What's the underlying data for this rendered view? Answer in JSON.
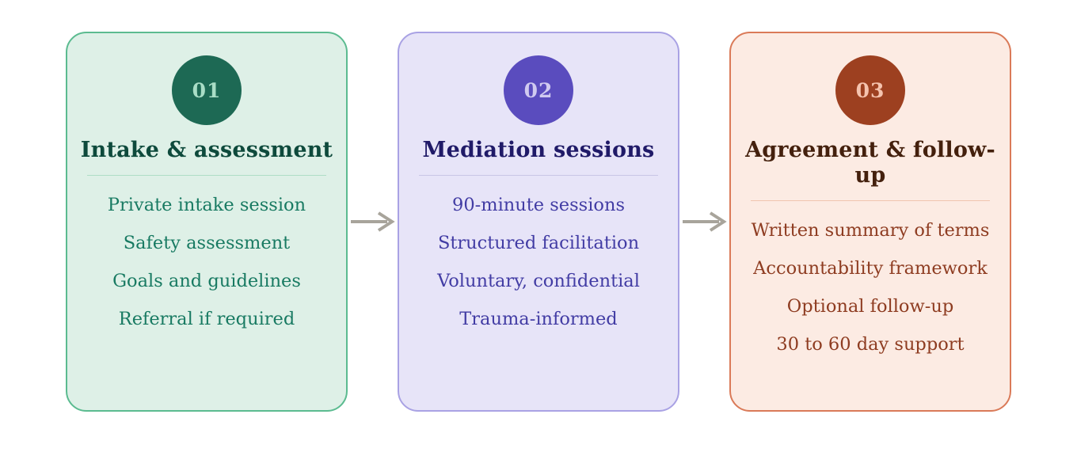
{
  "flow": {
    "arrow_color": "#a8a49b",
    "steps": [
      {
        "number": "01",
        "title": "Intake & assessment",
        "items": [
          "Private intake session",
          "Safety assessment",
          "Goals and guidelines",
          "Referral if required"
        ],
        "colors": {
          "bg": "#def0e7",
          "border": "#5bbb90",
          "circle": "#1d6954",
          "number": "#a9ddc6",
          "title": "#0e4a3c",
          "item": "#187a62",
          "divider": "#aeddc6"
        }
      },
      {
        "number": "02",
        "title": "Mediation sessions",
        "items": [
          "90-minute sessions",
          "Structured facilitation",
          "Voluntary, confidential",
          "Trauma-informed"
        ],
        "colors": {
          "bg": "#e7e4f8",
          "border": "#a9a2e4",
          "circle": "#5a4cbe",
          "number": "#d0caf0",
          "title": "#201a68",
          "item": "#423ca4",
          "divider": "#c8c5e6"
        }
      },
      {
        "number": "03",
        "title": "Agreement & follow-up",
        "items": [
          "Written summary of terms",
          "Accountability framework",
          "Optional follow-up",
          "30 to 60 day support"
        ],
        "colors": {
          "bg": "#fcebe3",
          "border": "#da7a58",
          "circle": "#9d4020",
          "number": "#f5c3ae",
          "title": "#44200d",
          "item": "#8e3c21",
          "divider": "#f0c5af"
        }
      }
    ]
  }
}
